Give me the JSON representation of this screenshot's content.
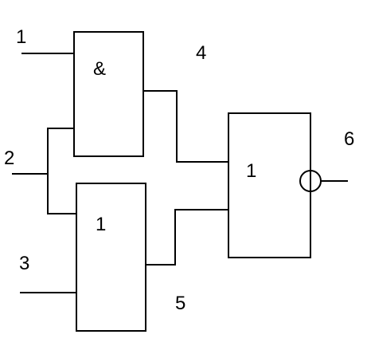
{
  "diagram": {
    "inputs": [
      {
        "id": "in1",
        "label": "1"
      },
      {
        "id": "in2",
        "label": "2"
      },
      {
        "id": "in3",
        "label": "3"
      }
    ],
    "gates": [
      {
        "id": "and-gate",
        "symbol": "&"
      },
      {
        "id": "or-gate",
        "symbol": "1"
      },
      {
        "id": "nor-gate",
        "symbol": "1"
      }
    ],
    "nodes": [
      {
        "id": "node4",
        "label": "4"
      },
      {
        "id": "node5",
        "label": "5"
      },
      {
        "id": "node6",
        "label": "6"
      }
    ],
    "colors": {
      "line": "#000000",
      "background": "#ffffff"
    }
  }
}
